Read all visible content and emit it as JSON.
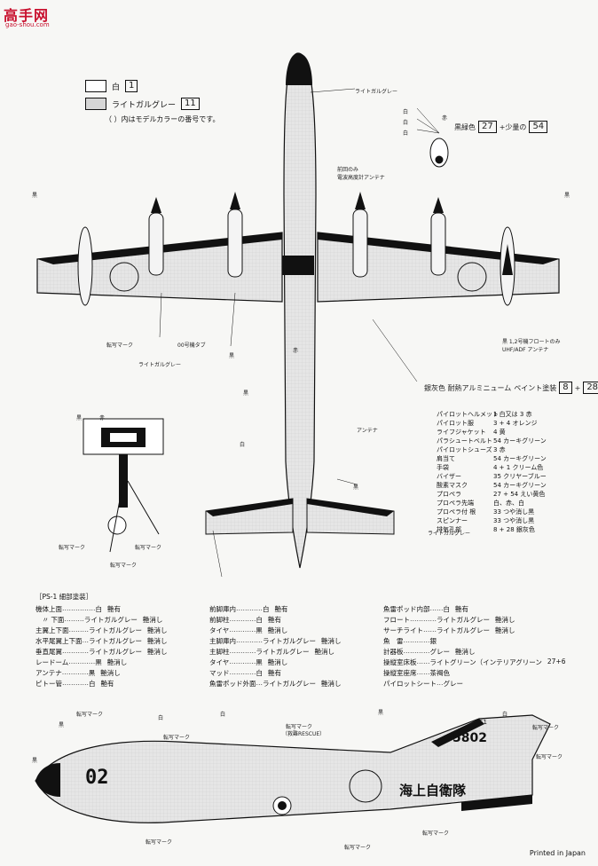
{
  "watermark": {
    "title": "高手网",
    "url": "gao-shou.com"
  },
  "legend": {
    "items": [
      {
        "swatch": "#ffffff",
        "label": "白",
        "code": "1"
      },
      {
        "swatch": "#d6d6d6",
        "label": "ライトガルグレー",
        "code": "11"
      }
    ],
    "note": "（ ）内はモデルカラーの番号です。"
  },
  "plan_labels": {
    "light_gull_gray_top": "ライトガルグレー",
    "lower_whites": [
      "白",
      "白",
      "白"
    ],
    "lower_color": "赤",
    "lower_mix_prefix": "黒緑色",
    "lower_mix_code1": "27",
    "lower_mix_mid": "+少量の",
    "lower_mix_code2": "54",
    "antenna_note": "前回のみ\n電波高度計アンテナ",
    "left_label": "黒",
    "right_label": "黒",
    "dekal_left": "転写マーク",
    "flap_note": "00号機タブ",
    "lgg_left": "ライトガルグレー",
    "black_left": "黒",
    "red": "赤",
    "float_note": "黒 1,2号機フロートのみ\nUHF/ADF アンテナ",
    "silver_prefix": "銀灰色  耐熱アルミニューム",
    "silver_mid": "ペイント塗装",
    "silver_code1": "8",
    "silver_code2": "28",
    "antenna": "アンテナ",
    "white_mid": "白",
    "black_mid": "黒",
    "black_fin": "黒",
    "lgg_tail": "ライトガルグレー",
    "dekal_detail1": "転写マーク",
    "dekal_detail2": "転写マーク",
    "dekal_detail3": "転写マーク",
    "black_detail": "黒",
    "red_detail": "赤"
  },
  "spec_table": {
    "heading": "［PS-1 細部塗装］",
    "col1": [
      {
        "name": "機体上面",
        "fill": "……………",
        "value": "白",
        "finish": "艶有"
      },
      {
        "name": "　〃 下面",
        "fill": "………",
        "value": "ライトガルグレー",
        "finish": "艶消し"
      },
      {
        "name": "主翼上下面",
        "fill": "………",
        "value": "ライトガルグレー",
        "finish": "艶消し"
      },
      {
        "name": "水平尾翼上下面",
        "fill": "…",
        "value": "ライトガルグレー",
        "finish": "艶消し"
      },
      {
        "name": "垂直尾翼",
        "fill": "…………",
        "value": "ライトガルグレー",
        "finish": "艶消し"
      },
      {
        "name": "レードーム",
        "fill": "…………",
        "value": "黒",
        "finish": "艶消し"
      },
      {
        "name": "アンテナ",
        "fill": "…………",
        "value": "黒",
        "finish": "艶消し"
      },
      {
        "name": "ピトー管",
        "fill": "…………",
        "value": "白",
        "finish": "艶有"
      }
    ],
    "col2": [
      {
        "name": "前脚庫内",
        "fill": "…………",
        "value": "白",
        "finish": "艶有"
      },
      {
        "name": "前脚柱",
        "fill": "…………",
        "value": "白",
        "finish": "艶有"
      },
      {
        "name": "タイヤ",
        "fill": "…………",
        "value": "黒",
        "finish": "艶消し"
      },
      {
        "name": "主脚庫内",
        "fill": "…………",
        "value": "ライトガルグレー",
        "finish": "艶消し"
      },
      {
        "name": "主脚柱",
        "fill": "…………",
        "value": "ライトガルグレー",
        "finish": "艶消し"
      },
      {
        "name": "タイヤ",
        "fill": "…………",
        "value": "黒",
        "finish": "艶消し"
      },
      {
        "name": "マッド",
        "fill": "…………",
        "value": "白",
        "finish": "艶有"
      },
      {
        "name": "魚雷ポッド外面",
        "fill": "…",
        "value": "ライトガルグレー",
        "finish": "艶消し"
      }
    ],
    "col3": [
      {
        "name": "魚雷ポッド内部",
        "fill": "……",
        "value": "白",
        "finish": "艶有"
      },
      {
        "name": "フロート",
        "fill": "…………",
        "value": "ライトガルグレー",
        "finish": "艶消し"
      },
      {
        "name": "サーチライト",
        "fill": "……",
        "value": "ライトガルグレー",
        "finish": "艶消し"
      },
      {
        "name": "魚　雷",
        "fill": "…………",
        "value": "銀",
        "finish": ""
      },
      {
        "name": "計器板",
        "fill": "…………",
        "value": "グレー",
        "finish": "艶消し"
      },
      {
        "name": "操縦室床板",
        "fill": "……",
        "value": "ライトグリーン（インテリアグリーン",
        "finish": "27+6"
      },
      {
        "name": "操縦室座席",
        "fill": "……",
        "value": "茶褐色",
        "finish": ""
      },
      {
        "name": "パイロットシート",
        "fill": "…",
        "value": "グレー",
        "finish": ""
      }
    ]
  },
  "pilot_list": [
    {
      "name": "パイロットヘルメット",
      "value": "1 白又は 3 赤"
    },
    {
      "name": "パイロット服",
      "value": "3 + 4 オレンジ"
    },
    {
      "name": "ライフジャケット",
      "value": "4 黄"
    },
    {
      "name": "パラシュートベルト",
      "value": "54 カーキグリーン"
    },
    {
      "name": "パイロットシューズ",
      "value": "3 赤"
    },
    {
      "name": "肩当て",
      "value": "54 カーキグリーン"
    },
    {
      "name": "手袋",
      "value": "4 + 1 クリーム色"
    },
    {
      "name": "バイザー",
      "value": "35 クリヤーブルー"
    },
    {
      "name": "酸素マスク",
      "value": "54 カーキグリーン"
    },
    {
      "name": "プロペラ",
      "value": "27 + 54 えい黄色"
    },
    {
      "name": "プロペラ先端",
      "value": "白、赤、白"
    },
    {
      "name": "プロペラ付 根",
      "value": "33 つや消し黒"
    },
    {
      "name": "スピンナー",
      "value": "33 つや消し黒"
    },
    {
      "name": "排気孔部",
      "value": "8 + 28 銀灰色"
    }
  ],
  "side_labels": {
    "dekal_a": "転写マーク",
    "dekal_b": "転写マーク",
    "dekal_c": "転写マーク",
    "dekal_d": "転写マーク",
    "dekal_e": "転写マーク",
    "dekal_f": "転写マーク",
    "dekal_g": "転写マーク",
    "dekal_h": "転写マーク",
    "rescue": "（救難RESCUE）",
    "white_a": "白",
    "white_b": "白",
    "black_a": "黒",
    "black_b": "黒",
    "black_c": "黒",
    "white_c": "白",
    "tail_number": "5802",
    "tail_small": "S1",
    "nose_number": "02",
    "service": "海上自衛隊"
  },
  "footer": "Printed in Japan",
  "colors": {
    "ink": "#111111",
    "light_gull_gray": "#d6d6d6",
    "watermark": "#c8102e",
    "paper": "#f7f7f5"
  }
}
